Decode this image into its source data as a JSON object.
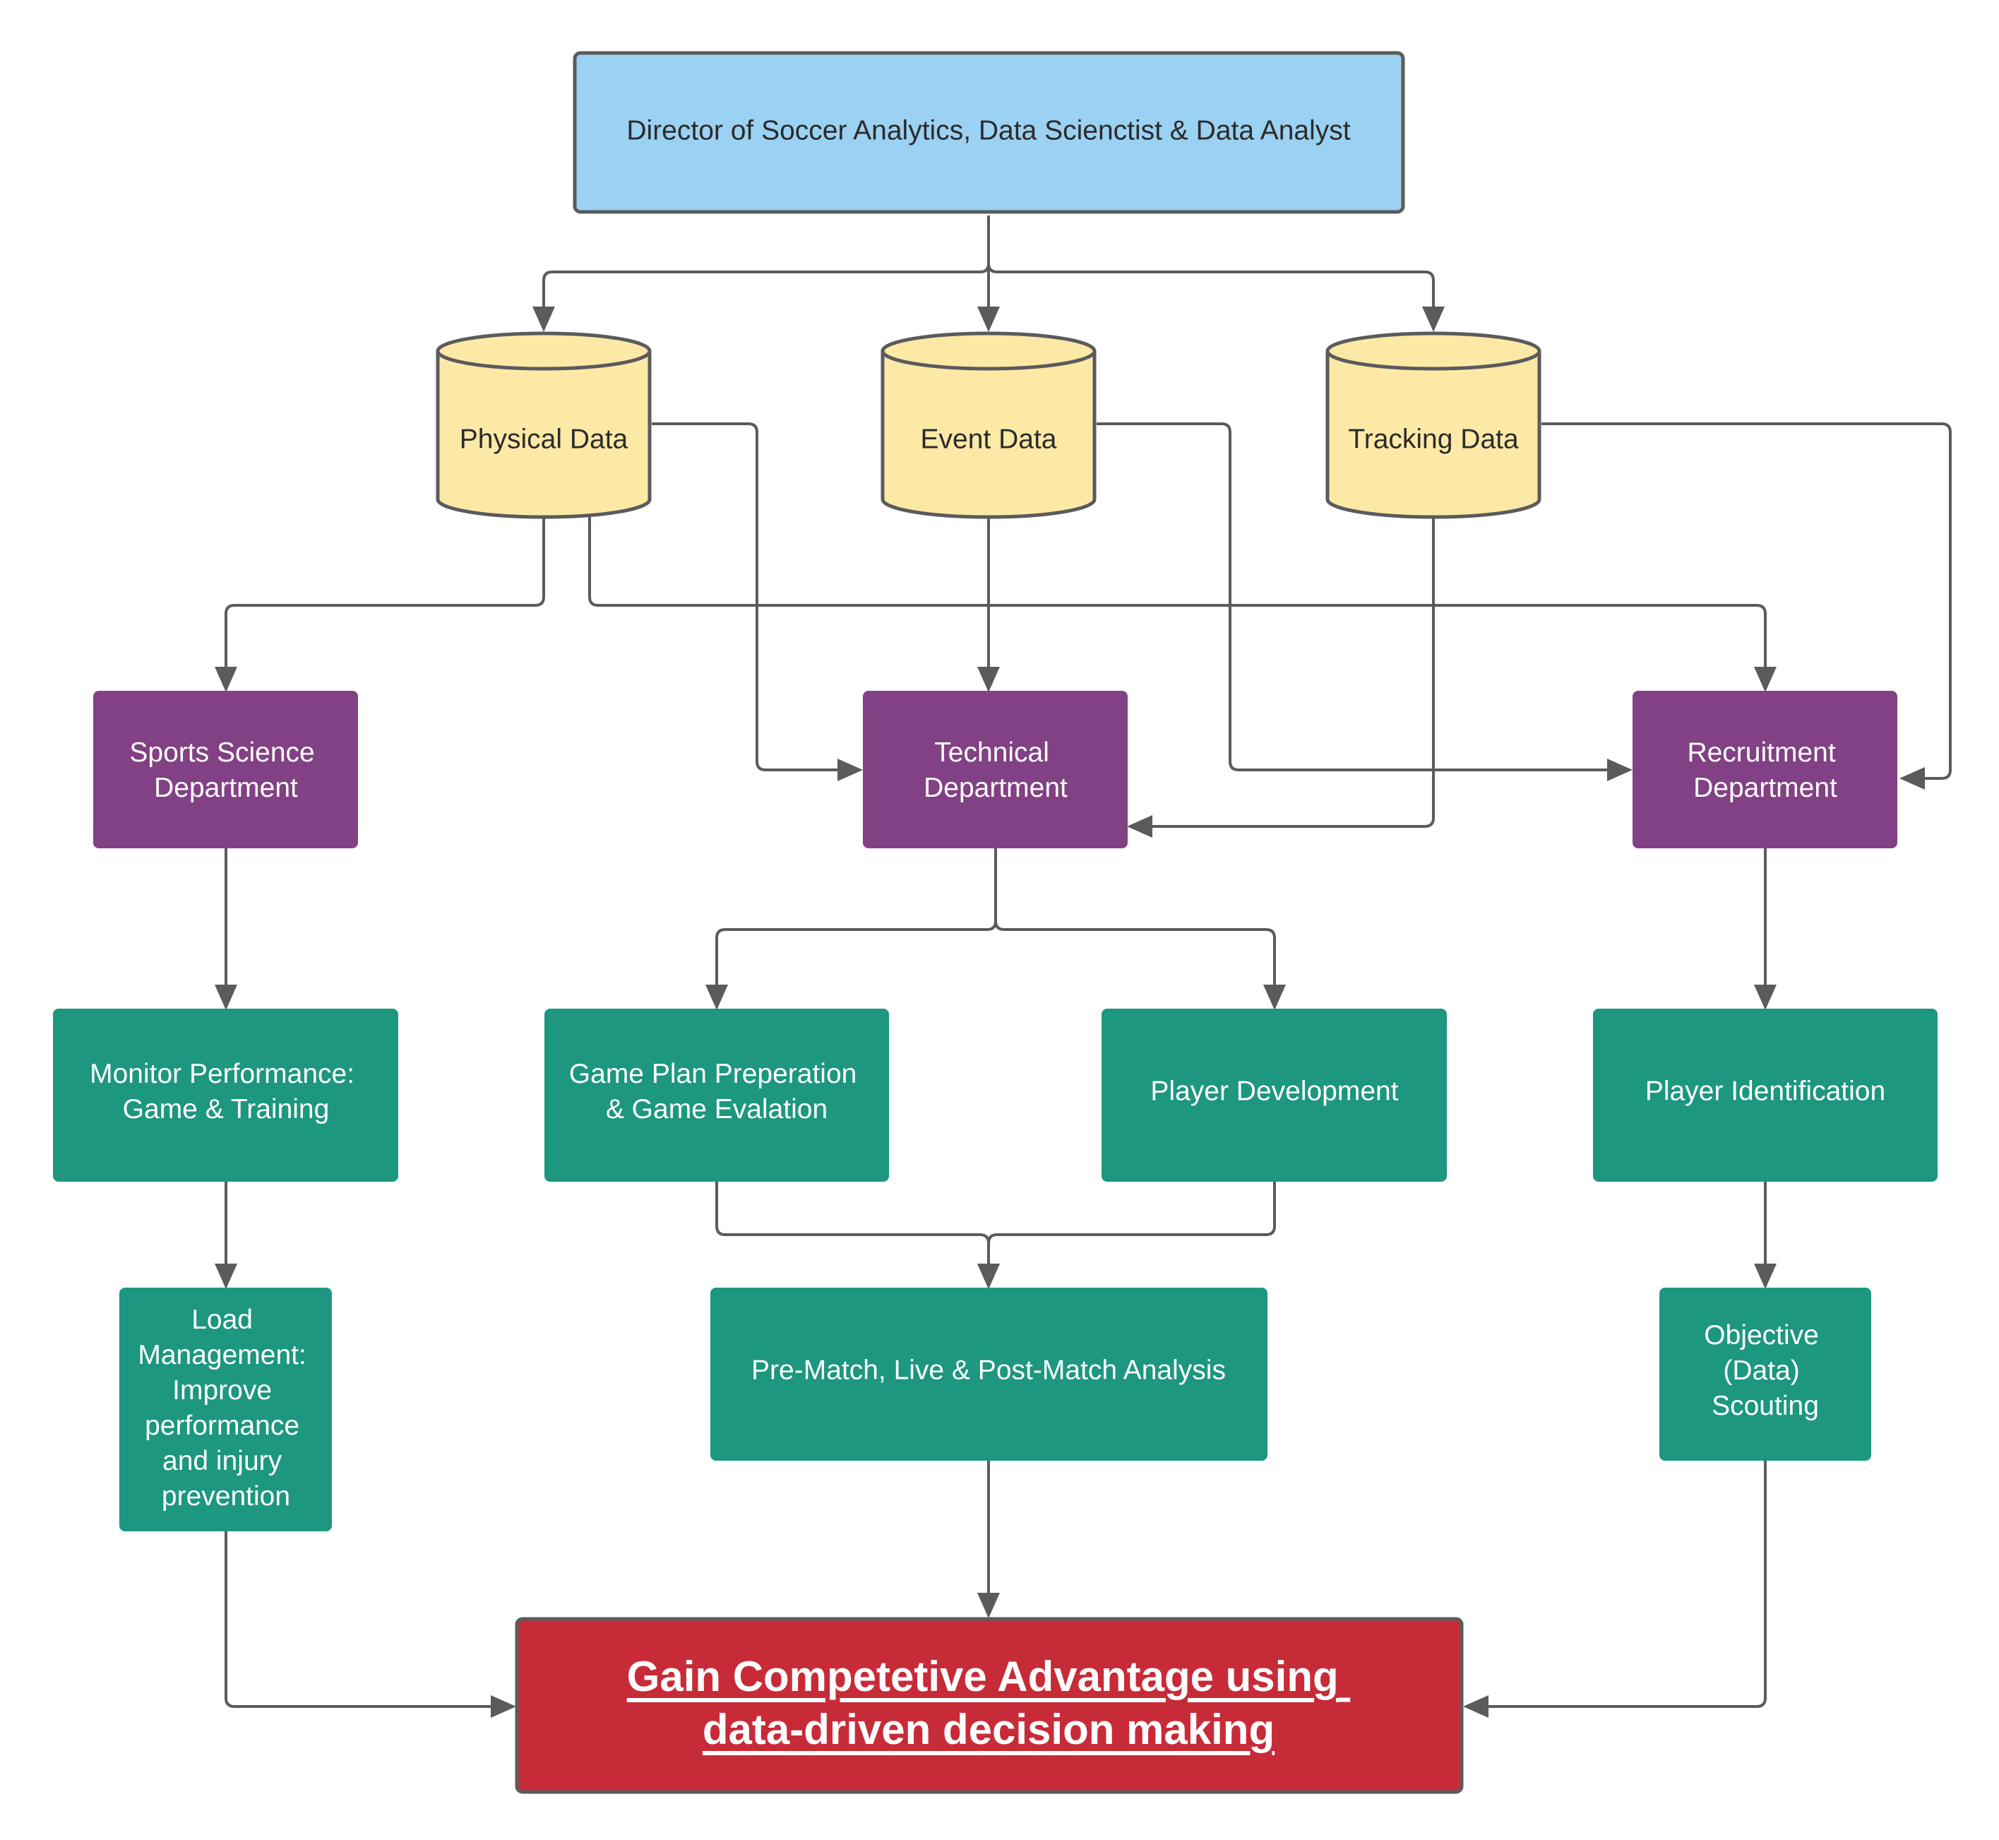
{
  "colors": {
    "director": "#9bd1f2",
    "database": "#fde9a6",
    "department": "#824184",
    "activity": "#1d977f",
    "goal": "#c82b38",
    "border": "#5b5b5b",
    "edge": "#5b5b5b"
  },
  "director": {
    "label": "Director of Soccer Analytics, Data Scienctist & Data Analyst"
  },
  "data_sources": {
    "physical": {
      "label": "Physical Data"
    },
    "event": {
      "label": "Event Data"
    },
    "tracking": {
      "label": "Tracking Data"
    }
  },
  "departments": {
    "sports_science": {
      "lines": [
        "Sports Science",
        "Department"
      ]
    },
    "technical": {
      "lines": [
        "Technical",
        "Department"
      ]
    },
    "recruitment": {
      "lines": [
        "Recruitment",
        "Department"
      ]
    }
  },
  "activities": {
    "monitor_performance": {
      "lines": [
        "Monitor Performance:",
        "Game & Training"
      ]
    },
    "game_plan": {
      "lines": [
        "Game Plan Preperation",
        "& Game Evalation"
      ]
    },
    "player_development": {
      "lines": [
        "Player Development"
      ]
    },
    "player_identification": {
      "lines": [
        "Player Identification"
      ]
    },
    "load_management": {
      "lines": [
        "Load",
        "Management:",
        "Improve",
        "performance",
        "and injury",
        "prevention"
      ]
    },
    "match_analysis": {
      "lines": [
        "Pre-Match, Live & Post-Match Analysis"
      ]
    },
    "objective_scouting": {
      "lines": [
        "Objective",
        "(Data)",
        "Scouting"
      ]
    }
  },
  "goal": {
    "lines": [
      "Gain Competetive Advantage using",
      "data-driven decision making"
    ]
  }
}
